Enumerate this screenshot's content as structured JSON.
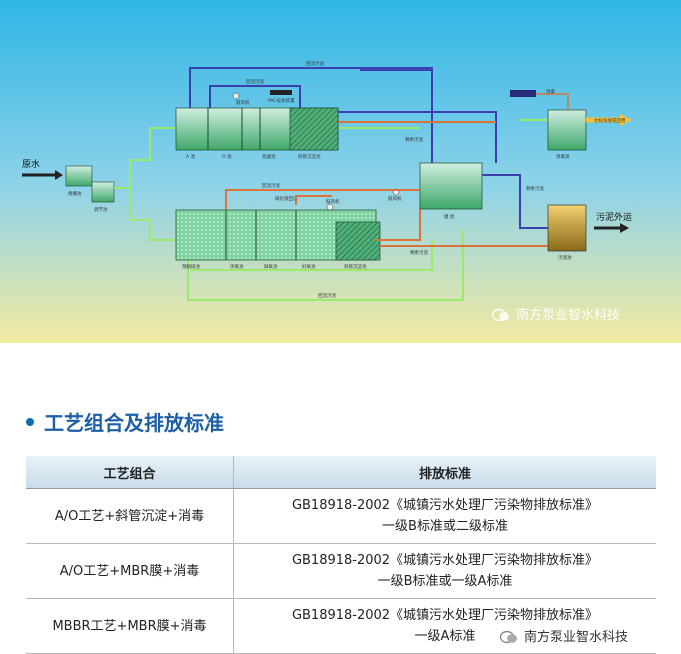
{
  "diagram": {
    "labels": {
      "raw_water": "原水",
      "grille": "格栅池",
      "regulating": "调节池",
      "a_tank": "A 池",
      "o_tank": "O 池",
      "coag": "混凝池",
      "inclined_top": "斜管沉淀池",
      "disinfect": "消毒池",
      "discharge": "达标排放或回用",
      "membrane": "膜 池",
      "sludge_tank": "污泥池",
      "sludge_out": "污泥外运",
      "predenit": "预脱硝池",
      "anoxic": "厌氧池",
      "anoxic2": "缺氧池",
      "aerobic": "好氧池",
      "inclined_bottom": "斜管沉淀池",
      "blower": "鼓风机",
      "blower2": "鼓风机",
      "blower3": "鼓风机",
      "pac": "PAC投加装置",
      "pac2": "硝化液回流",
      "return_sludge": "回流污泥",
      "return_sludge2": "回流污泥",
      "return_sludge3": "回流污泥",
      "return_sludge4": "回流污泥",
      "residual": "剩余污泥",
      "residual2": "剩余污泥",
      "residual3": "剩余污泥",
      "disinfect_add": "消毒"
    }
  },
  "watermark": "南方泵业智水科技",
  "section": {
    "title": "工艺组合及排放标准"
  },
  "table": {
    "headers": [
      "工艺组合",
      "排放标准"
    ],
    "rows": [
      {
        "process": "A/O工艺+斜管沉淀+消毒",
        "std_line1": "GB18918-2002《城镇污水处理厂污染物排放标准》",
        "std_line2": "一级B标准或二级标准"
      },
      {
        "process": "A/O工艺+MBR膜+消毒",
        "std_line1": "GB18918-2002《城镇污水处理厂污染物排放标准》",
        "std_line2": "一级B标准或一级A标准"
      },
      {
        "process": "MBBR工艺+MBR膜+消毒",
        "std_line1": "GB18918-2002《城镇污水处理厂污染物排放标准》",
        "std_line2": "一级A标准"
      }
    ]
  },
  "colors": {
    "water_green": "#8ed97a",
    "sludge_purple": "#3b3fb0",
    "return_orange": "#d9733a",
    "title_blue": "#1d5fa6"
  }
}
